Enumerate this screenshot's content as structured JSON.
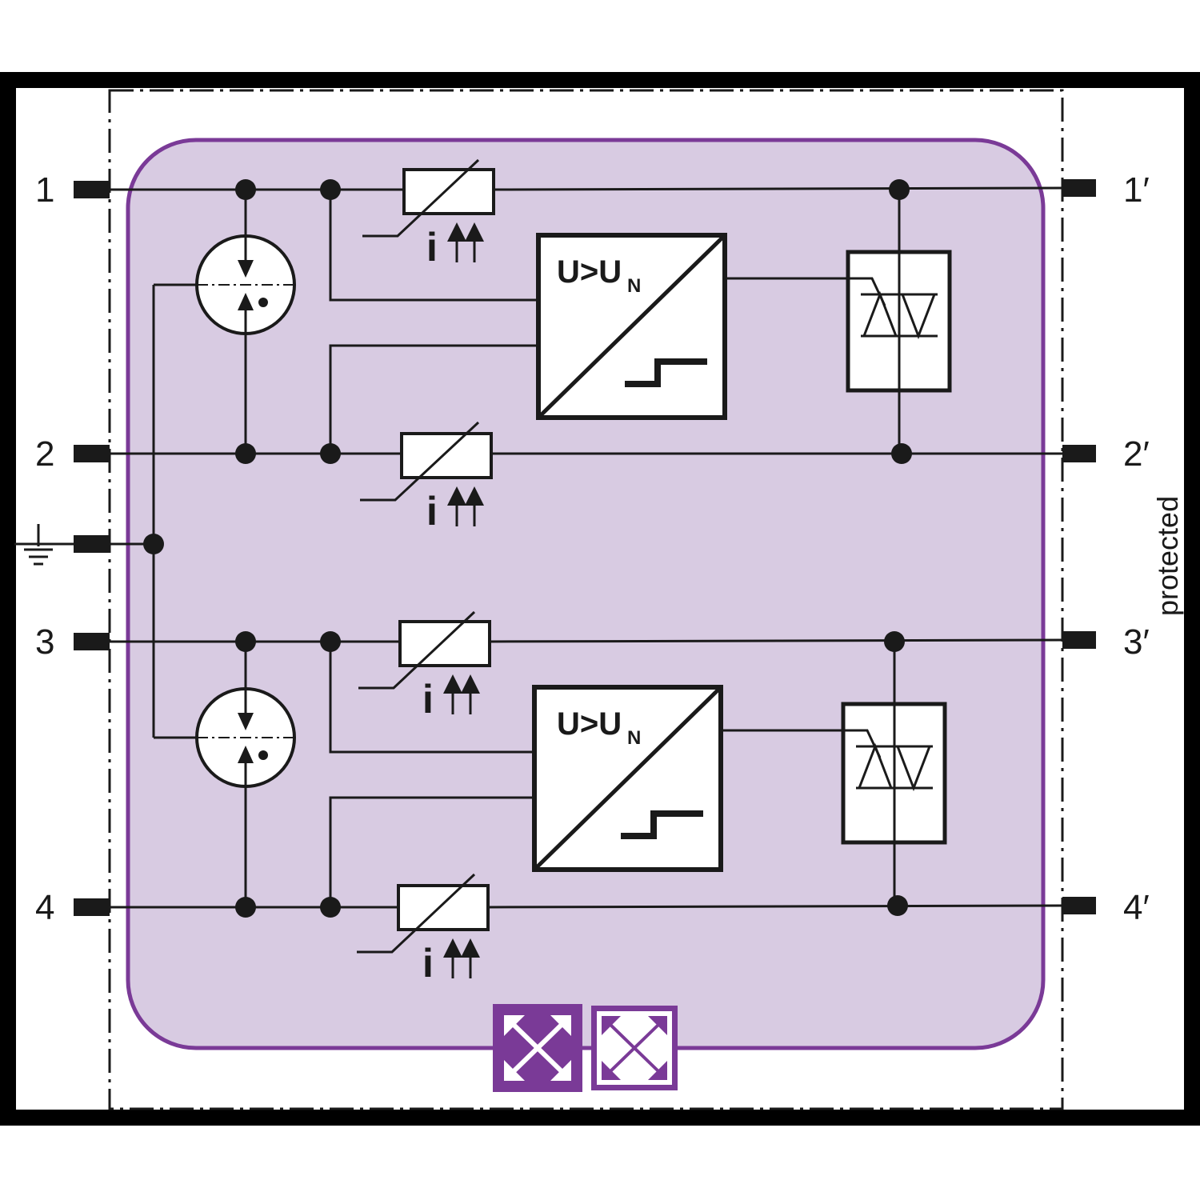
{
  "colors": {
    "module_fill": "#d8cbe2",
    "module_border": "#7a3a97",
    "ink": "#1a1a1a",
    "badge_fill": "#7a3a97"
  },
  "terminals": {
    "left": [
      "1",
      "2",
      "3",
      "4"
    ],
    "right": [
      "1′",
      "2′",
      "3′",
      "4′"
    ]
  },
  "side_label": "protected",
  "detector": {
    "label_main": "U>U",
    "label_sub": "N"
  },
  "current_label": "i",
  "icons": {
    "ground": "ground-symbol-icon",
    "gas_discharge_tube": "gas-discharge-tube-icon",
    "ptc_resistor": "ptc-resistor-icon",
    "thyristor": "thyristor-icon",
    "badge_filled": "expand-arrows-filled-icon",
    "badge_outline": "expand-arrows-outline-icon"
  }
}
